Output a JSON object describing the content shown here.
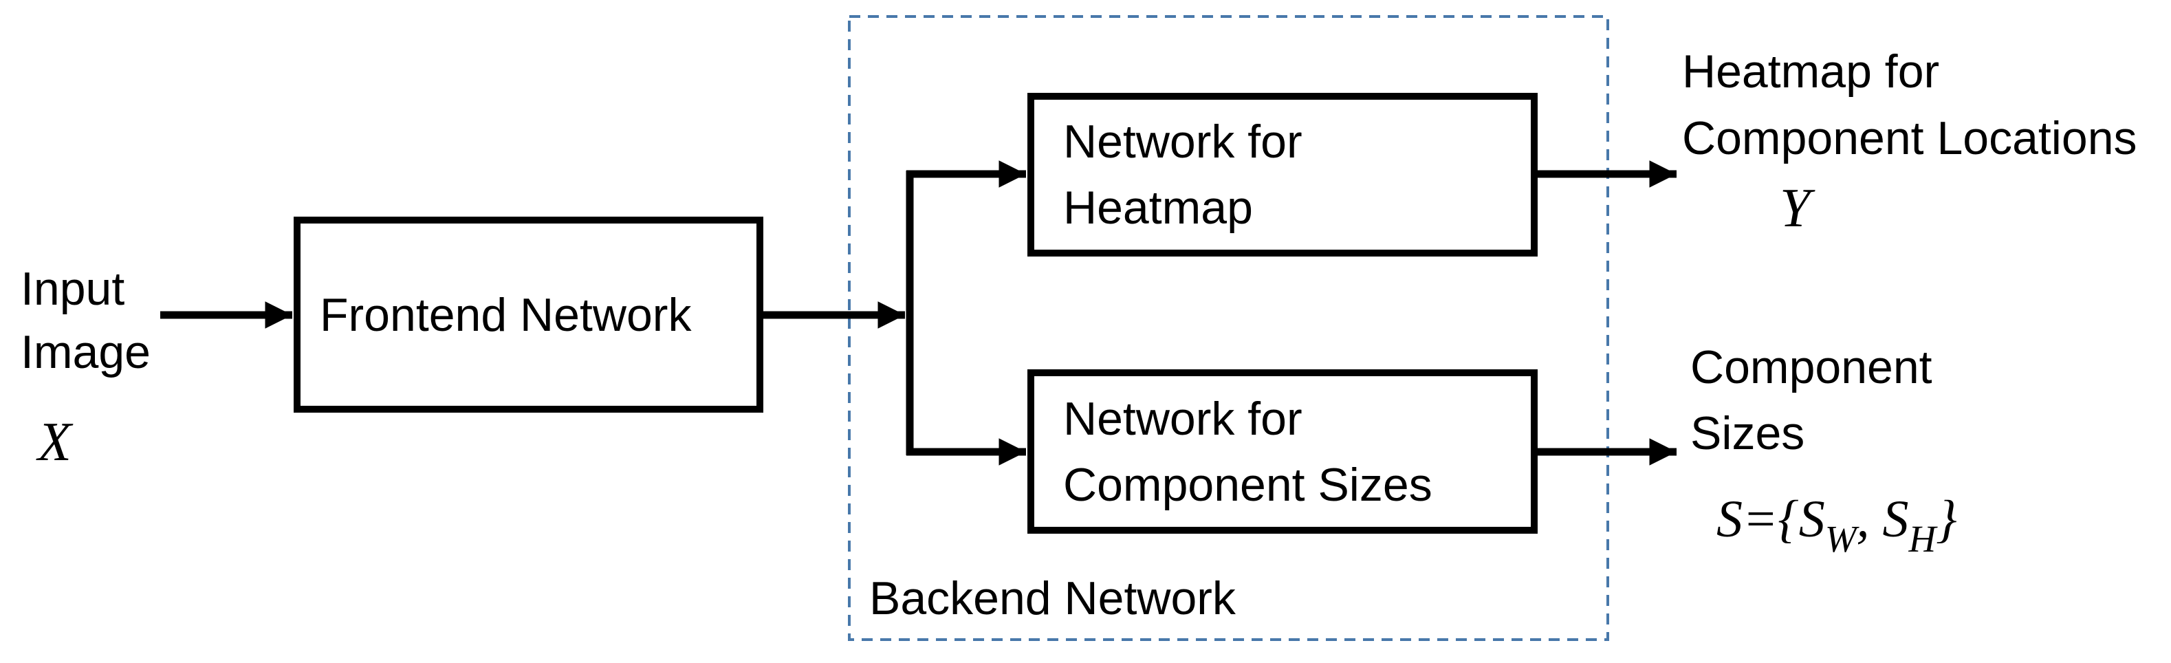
{
  "diagram": {
    "labels": {
      "input": "Input\nImage",
      "input_symbol": "X",
      "frontend": "Frontend Network",
      "backend_group": "Backend Network",
      "heatmap_network": "Network for\nHeatmap",
      "sizes_network": "Network for\nComponent Sizes",
      "heatmap_output": "Heatmap for\nComponent Locations",
      "heatmap_output_symbol": "Y",
      "sizes_output": "Component\nSizes"
    },
    "formula": {
      "base": "S",
      "equals_open": "={",
      "s_w_base": "S",
      "sub_w": "W",
      "separator": ", ",
      "s_h_base": "S",
      "sub_h": "H",
      "close": "}"
    },
    "colors": {
      "line": "#000000",
      "text": "#000000",
      "backend_border": "#4878aa",
      "background": "#ffffff"
    }
  }
}
